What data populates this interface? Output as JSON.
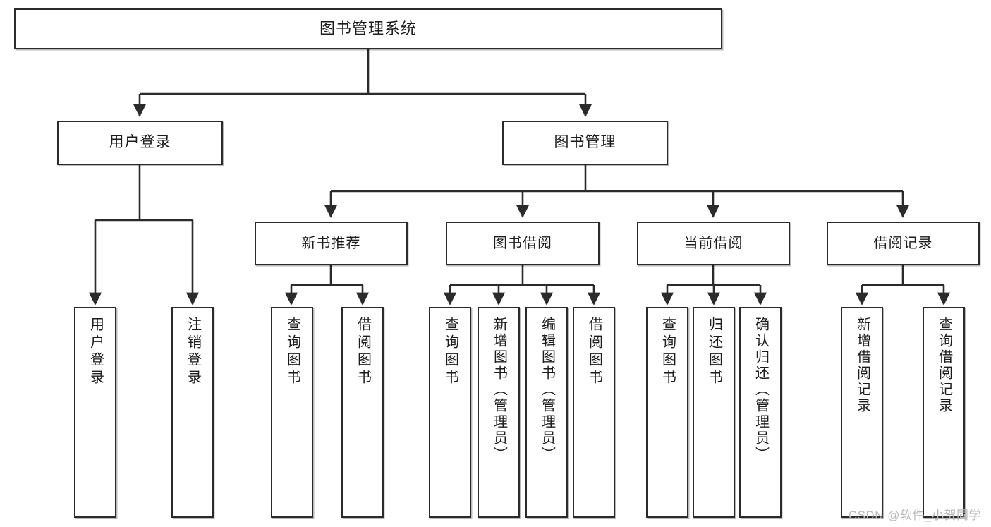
{
  "diagram": {
    "title": "图书管理系统",
    "type": "hierarchy-tree",
    "watermark": "CSDN @软件_小贺同学",
    "colors": {
      "border": "#2b2b2b",
      "background": "#ffffff",
      "text": "#1c1c1c",
      "watermark": "#b9b9b9"
    },
    "root": {
      "label": "图书管理系统"
    },
    "level2": [
      {
        "label": "用户登录"
      },
      {
        "label": "图书管理"
      }
    ],
    "level3": [
      {
        "label": "新书推荐"
      },
      {
        "label": "图书借阅"
      },
      {
        "label": "当前借阅"
      },
      {
        "label": "借阅记录"
      }
    ],
    "leaves": {
      "user_login": [
        {
          "label": "用户登录"
        },
        {
          "label": "注销登录"
        }
      ],
      "new_book_recommend": [
        {
          "label": "查询图书"
        },
        {
          "label": "借阅图书"
        }
      ],
      "book_borrow": [
        {
          "label": "查询图书"
        },
        {
          "label": "新增图书（管理员）"
        },
        {
          "label": "编辑图书（管理员）"
        },
        {
          "label": "借阅图书"
        }
      ],
      "current_borrow": [
        {
          "label": "查询图书"
        },
        {
          "label": "归还图书"
        },
        {
          "label": "确认归还（管理员）"
        }
      ],
      "borrow_record": [
        {
          "label": "新增借阅记录"
        },
        {
          "label": "查询借阅记录"
        }
      ]
    }
  }
}
